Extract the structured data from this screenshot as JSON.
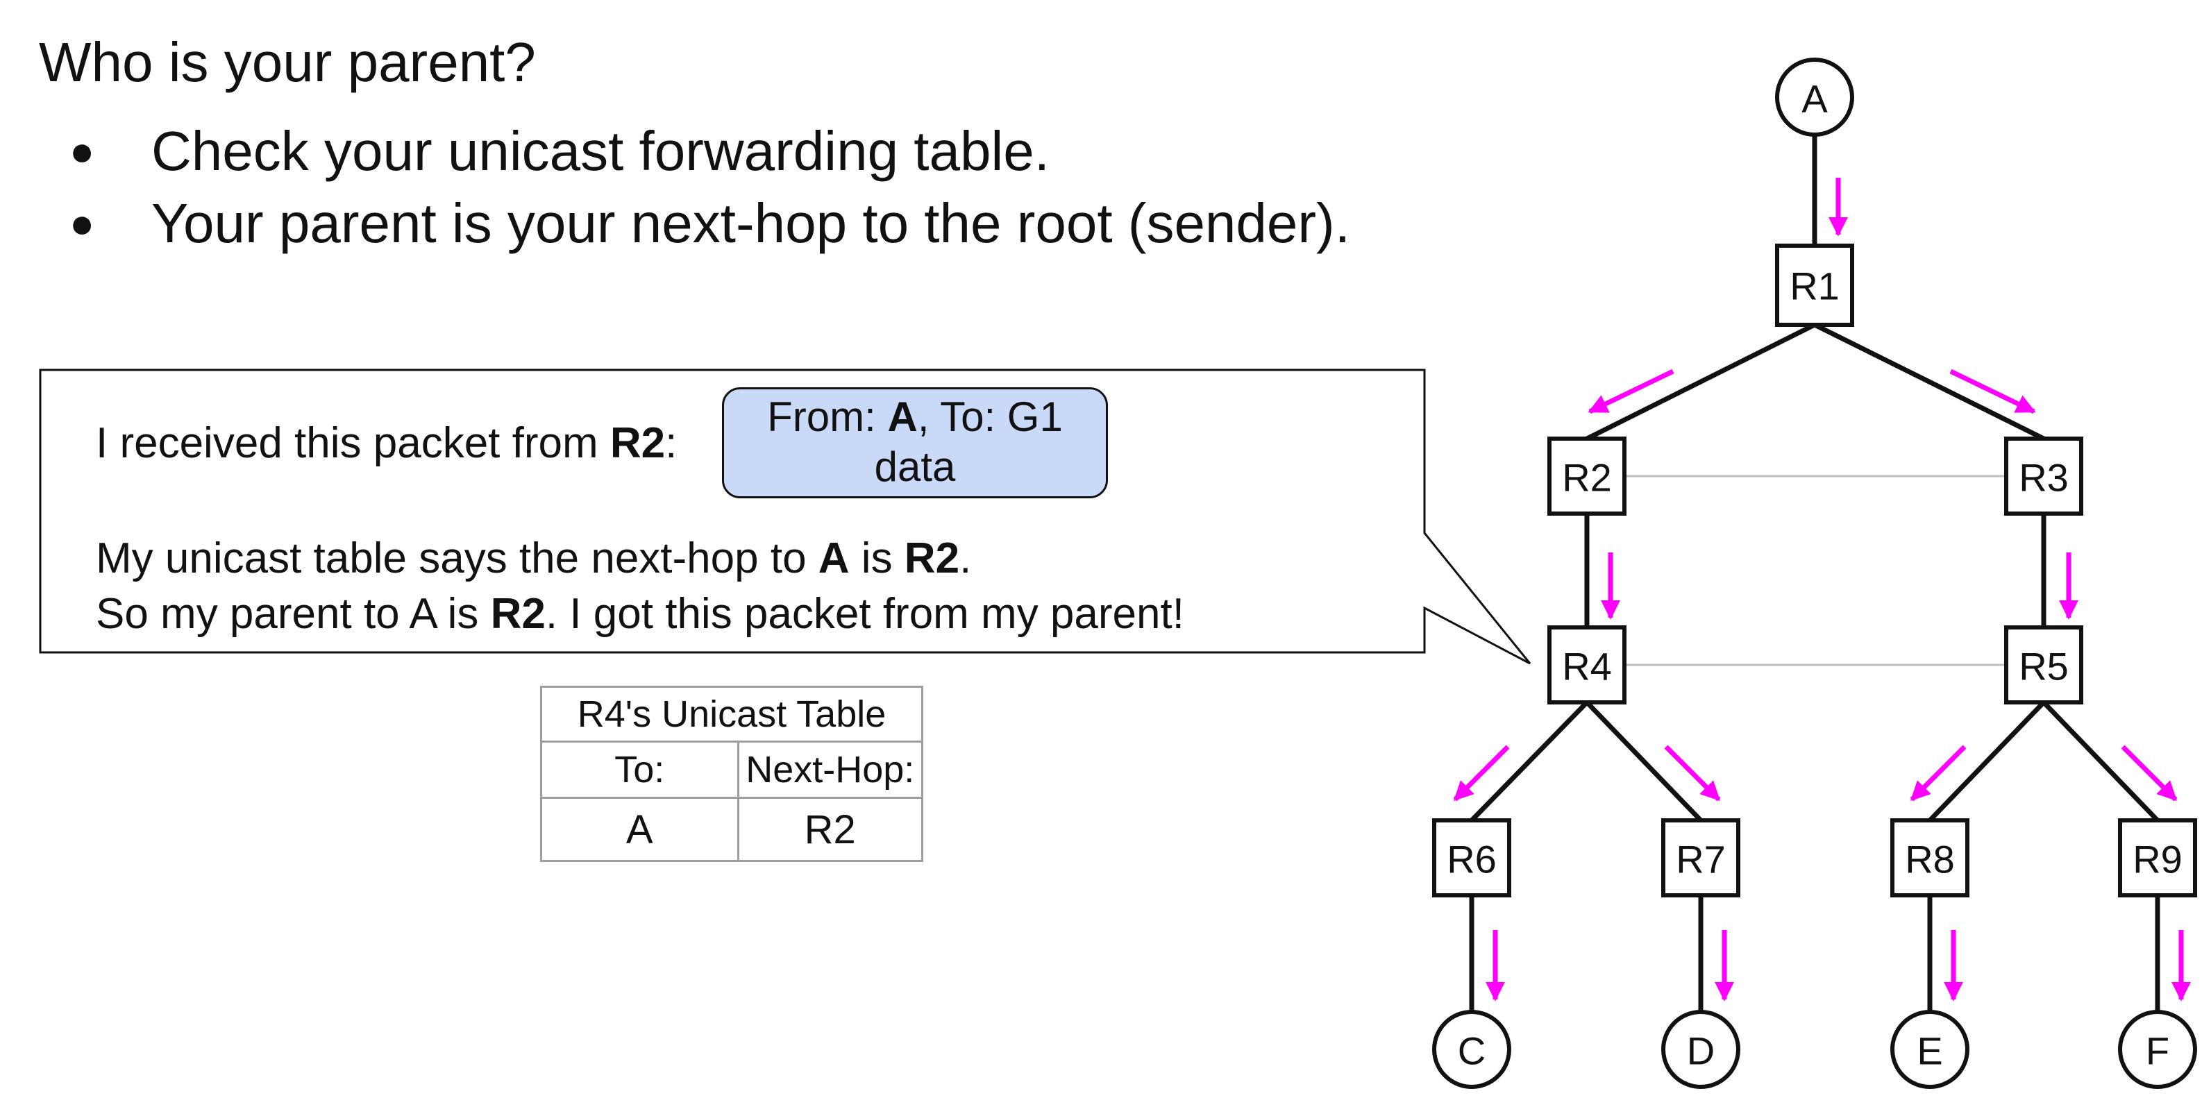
{
  "heading": "Who is your parent?",
  "bullets": [
    "Check your unicast forwarding table.",
    "Your parent is your next-hop to the root (sender)."
  ],
  "callout": {
    "received_prefix": "I received this packet from ",
    "received_router": "R2",
    "received_suffix": ":",
    "line1_a": "My unicast table says the next-hop to ",
    "line1_dest": "A",
    "line1_b": " is ",
    "line1_router": "R2",
    "line1_c": ".",
    "line2_a": "So my parent to A is ",
    "line2_router": "R2",
    "line2_b": ". I got this packet from my parent!"
  },
  "packet": {
    "from_label": "From: ",
    "from_value": "A",
    "to_label": ", To: G1",
    "payload": "data"
  },
  "unicast_table": {
    "title": "R4's Unicast Table",
    "headers": [
      "To:",
      "Next-Hop:"
    ],
    "rows": [
      [
        "A",
        "R2"
      ]
    ]
  },
  "nodes": {
    "A": "A",
    "R1": "R1",
    "R2": "R2",
    "R3": "R3",
    "R4": "R4",
    "R5": "R5",
    "R6": "R6",
    "R7": "R7",
    "R8": "R8",
    "R9": "R9",
    "C": "C",
    "D": "D",
    "E": "E",
    "F": "F"
  },
  "colors": {
    "arrow": "#ff00ff",
    "packet_fill": "#c9daf8",
    "edge": "#111111",
    "cross_link": "#bdbdbd"
  }
}
